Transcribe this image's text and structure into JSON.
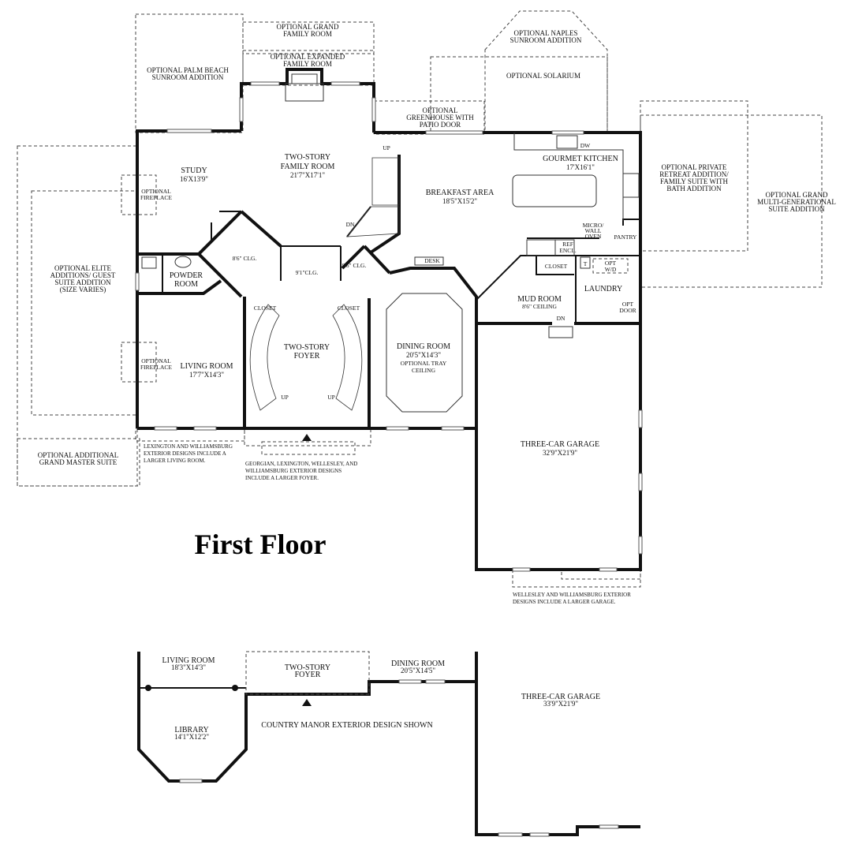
{
  "title": "First Floor",
  "rooms": {
    "study": {
      "name": "STUDY",
      "dim": "16'X13'9\""
    },
    "family": {
      "name1": "TWO-STORY",
      "name2": "FAMILY ROOM",
      "dim": "21'7\"X17'1\""
    },
    "breakfast": {
      "name": "BREAKFAST AREA",
      "dim": "18'5\"X15'2\""
    },
    "kitchen": {
      "name": "GOURMET KITCHEN",
      "dim": "17'X16'1\""
    },
    "powder": {
      "name1": "POWDER",
      "name2": "ROOM"
    },
    "living": {
      "name": "LIVING ROOM",
      "dim": "17'7\"X14'3\""
    },
    "foyer": {
      "name1": "TWO-STORY",
      "name2": "FOYER"
    },
    "dining": {
      "name": "DINING ROOM",
      "dim": "20'5\"X14'3\"",
      "note1": "OPTIONAL TRAY",
      "note2": "CEILING"
    },
    "mudroom": {
      "name": "MUD ROOM",
      "dim": "8'6\" CEILING"
    },
    "laundry": {
      "name": "LAUNDRY"
    },
    "garage": {
      "name": "THREE-CAR GARAGE",
      "dim": "32'9\"X21'9\""
    },
    "pantry": "PANTRY",
    "closet_mud": "CLOSET",
    "closet_left": "CLOSET",
    "closet_right": "CLOSET",
    "desk": "DESK",
    "ref": "REF",
    "encl": "ENCL.",
    "micro1": "MICRO/",
    "micro2": "WALL",
    "micro3": "OVEN",
    "dw": "DW",
    "t": "T",
    "optwd1": "OPT",
    "optwd2": "W/D",
    "optdoor1": "OPT",
    "optdoor2": "DOOR"
  },
  "ceilings": {
    "left": "8'6\" CLG.",
    "center": "9'1\"CLG.",
    "right": "8'6\" CLG."
  },
  "stairs": {
    "up": "UP",
    "dn": "DN"
  },
  "fireplace": {
    "l1": "OPTIONAL",
    "l2": "FIREPLACE"
  },
  "options": {
    "grand_family": [
      "OPTIONAL GRAND",
      "FAMILY ROOM"
    ],
    "expanded_family": [
      "OPTIONAL EXPANDED",
      "FAMILY ROOM"
    ],
    "palm_beach": [
      "OPTIONAL PALM BEACH",
      "SUNROOM ADDITION"
    ],
    "naples": [
      "OPTIONAL NAPLES",
      "SUNROOM ADDITION"
    ],
    "solarium": [
      "OPTIONAL SOLARIUM"
    ],
    "greenhouse": [
      "OPTIONAL",
      "GREENHOUSE WITH",
      "PATIO DOOR"
    ],
    "private_retreat": [
      "OPTIONAL PRIVATE",
      "RETREAT ADDITION/",
      "FAMILY SUITE WITH",
      "BATH ADDITION"
    ],
    "grand_multi": [
      "OPTIONAL GRAND",
      "MULTI-GENERATIONAL",
      "SUITE ADDITION"
    ],
    "elite": [
      "OPTIONAL ELITE",
      "ADDITIONS/ GUEST",
      "SUITE ADDITION",
      "(SIZE VARIES)"
    ],
    "grand_master": [
      "OPTIONAL ADDITIONAL",
      "GRAND MASTER SUITE"
    ]
  },
  "notes": {
    "living": [
      "LEXINGTON AND WILLIAMSBURG",
      "EXTERIOR DESIGNS INCLUDE A",
      "LARGER LIVING ROOM."
    ],
    "foyer": [
      "GEORGIAN, LEXINGTON, WELLESLEY, AND",
      "WILLIAMSBURG EXTERIOR DESIGNS",
      "INCLUDE A LARGER FOYER."
    ],
    "garage": [
      "WELLESLEY AND WILLIAMSBURG EXTERIOR",
      "DESIGNS INCLUDE A LARGER GARAGE."
    ]
  },
  "alt": {
    "living": {
      "name": "LIVING ROOM",
      "dim": "18'3\"X14'3\""
    },
    "foyer": {
      "name1": "TWO-STORY",
      "name2": "FOYER"
    },
    "dining": {
      "name": "DINING ROOM",
      "dim": "20'5\"X14'5\""
    },
    "garage": {
      "name": "THREE-CAR GARAGE",
      "dim": "33'9\"X21'9\""
    },
    "library": {
      "name": "LIBRARY",
      "dim": "14'1\"X12'2\""
    },
    "caption": "COUNTRY MANOR EXTERIOR DESIGN SHOWN"
  }
}
